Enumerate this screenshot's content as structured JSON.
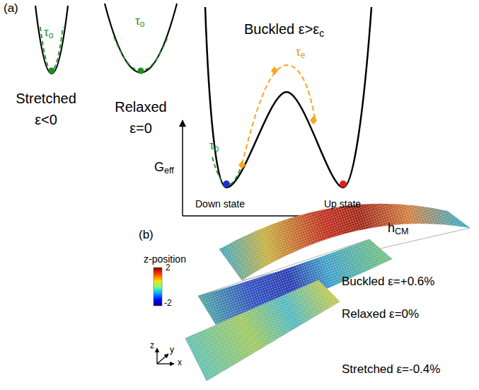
{
  "diagram": {
    "labels": [
      "(a)",
      "τo",
      "τo",
      "Buckled ε>εc",
      "τo",
      "τe",
      "Stretched ε<0",
      "Relaxed ε=0",
      "Geff",
      "Down state",
      "Up state",
      "hCM",
      "(b)",
      "z-position",
      "2",
      "-2",
      "Buckled ε=+0.6%",
      "Relaxed ε=0%",
      "Stretched ε=-0.4%",
      "z",
      "y",
      "x"
    ]
  }
}
